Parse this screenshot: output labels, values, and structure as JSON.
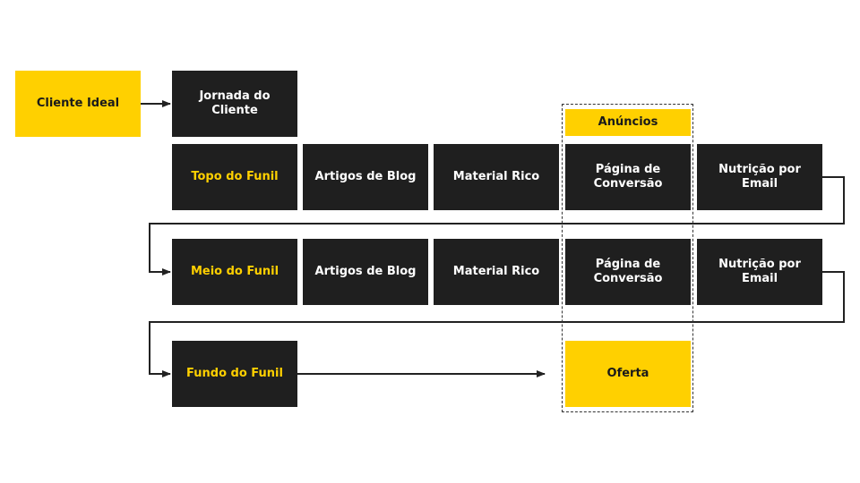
{
  "colors": {
    "accent": "#ffd000",
    "box_dark": "#1f1f1f",
    "line": "#222222"
  },
  "cliente_ideal": "Cliente Ideal",
  "jornada": "Jornada do Cliente",
  "anuncios": "Anúncios",
  "oferta": "Oferta",
  "rows": [
    {
      "stage": "Topo do Funil",
      "items": [
        "Artigos de Blog",
        "Material Rico",
        "Página de Conversão",
        "Nutrição por Email"
      ]
    },
    {
      "stage": "Meio do Funil",
      "items": [
        "Artigos de Blog",
        "Material Rico",
        "Página de Conversão",
        "Nutrição por Email"
      ]
    },
    {
      "stage": "Fundo do Funil"
    }
  ]
}
